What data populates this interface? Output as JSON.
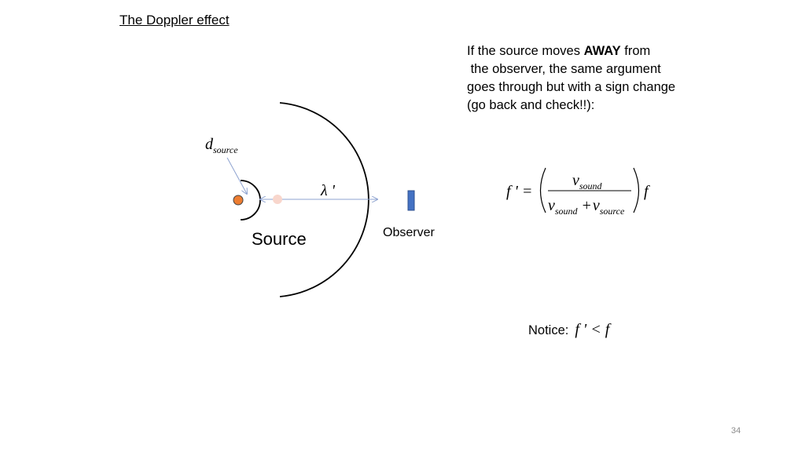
{
  "slide": {
    "title": "The Doppler effect",
    "paragraph": {
      "line1_pre": "If the source moves ",
      "line1_bold": "AWAY",
      "line1_post": " from",
      "line2": " the observer, the same argument",
      "line3": "goes through but with a sign change",
      "line4": "(go back and check!!):"
    },
    "slide_number": "34"
  },
  "diagram": {
    "d_label": "d",
    "d_subscript": "source",
    "lambda_label": "λ '",
    "source_label": "Source",
    "observer_label": "Observer",
    "colors": {
      "source_dot": "#ed7d31",
      "ghost_dot": "#f8d6cc",
      "observer": "#4472c4",
      "arrow": "#8ea3d0",
      "wave": "#000000"
    }
  },
  "formula": {
    "lhs": "f ' =",
    "num_var": "v",
    "num_sub": "sound",
    "den_var1": "v",
    "den_sub1": "sound",
    "den_plus": "+",
    "den_var2": "v",
    "den_sub2": "source",
    "rhs": "f"
  },
  "notice": {
    "label": "Notice:",
    "expr": "f ' < f"
  }
}
